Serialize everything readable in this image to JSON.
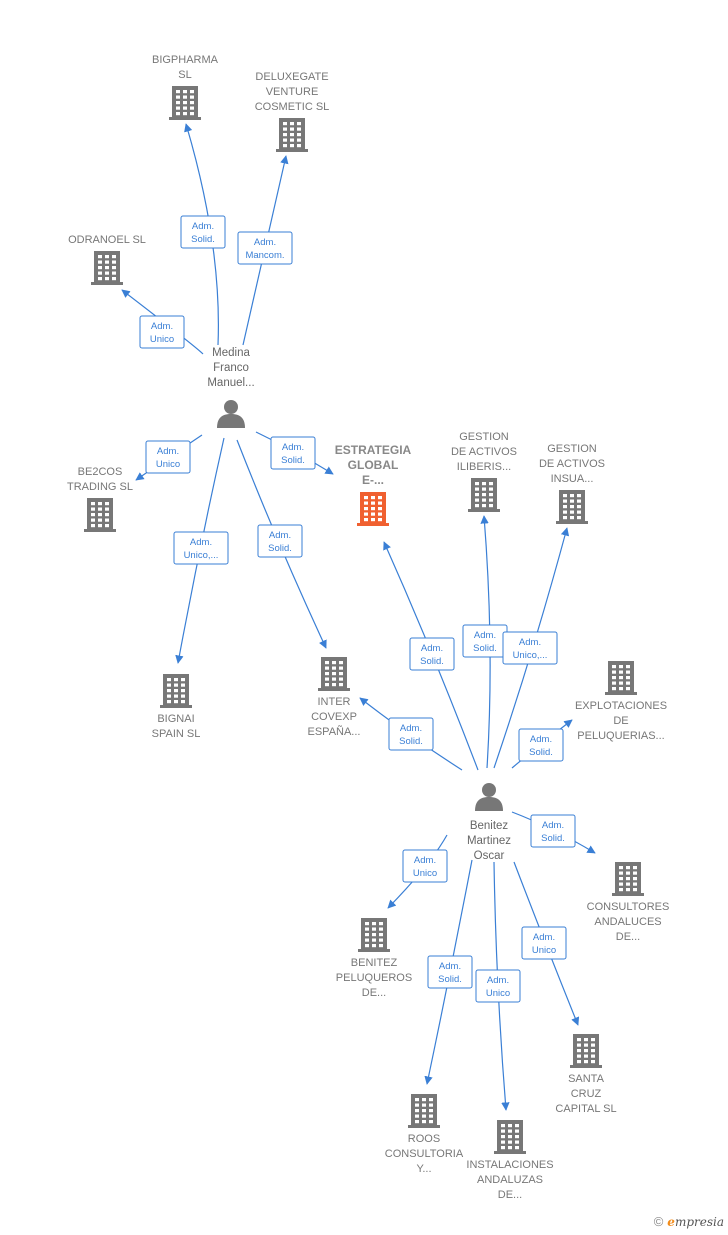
{
  "companies": [
    {
      "id": "bigpharma",
      "lines": [
        "BIGPHARMA",
        "SL"
      ],
      "main": false
    },
    {
      "id": "deluxegate",
      "lines": [
        "DELUXEGATE",
        "VENTURE",
        "COSMETIC  SL"
      ],
      "main": false
    },
    {
      "id": "odranoel",
      "lines": [
        "ODRANOEL SL"
      ],
      "main": false
    },
    {
      "id": "be2cos",
      "lines": [
        "BE2COS",
        "TRADING  SL"
      ],
      "main": false
    },
    {
      "id": "estrategia",
      "lines": [
        "ESTRATEGIA",
        "GLOBAL",
        "E-..."
      ],
      "main": true
    },
    {
      "id": "gestion-iliberis",
      "lines": [
        "GESTION",
        "DE ACTIVOS",
        "ILIBERIS..."
      ],
      "main": false
    },
    {
      "id": "gestion-insua",
      "lines": [
        "GESTION",
        "DE ACTIVOS",
        "INSUA..."
      ],
      "main": false
    },
    {
      "id": "bignai",
      "lines": [
        "BIGNAI",
        "SPAIN SL"
      ],
      "main": false
    },
    {
      "id": "inter-covexp",
      "lines": [
        "INTER",
        "COVEXP",
        "ESPAÑA..."
      ],
      "main": false
    },
    {
      "id": "explotaciones",
      "lines": [
        "EXPLOTACIONES",
        "DE",
        "PELUQUERIAS..."
      ],
      "main": false
    },
    {
      "id": "consultores",
      "lines": [
        "CONSULTORES",
        "ANDALUCES",
        "DE..."
      ],
      "main": false
    },
    {
      "id": "benitez-peluqueros",
      "lines": [
        "BENITEZ",
        "PELUQUEROS",
        "DE..."
      ],
      "main": false
    },
    {
      "id": "santa-cruz",
      "lines": [
        "SANTA",
        "CRUZ",
        "CAPITAL  SL"
      ],
      "main": false
    },
    {
      "id": "roos",
      "lines": [
        "ROOS",
        "CONSULTORIA",
        "Y..."
      ],
      "main": false
    },
    {
      "id": "instalaciones",
      "lines": [
        "INSTALACIONES",
        "ANDALUZAS",
        "DE..."
      ],
      "main": false
    }
  ],
  "persons": [
    {
      "id": "medina",
      "lines": [
        "Medina",
        "Franco",
        "Manuel..."
      ]
    },
    {
      "id": "benitez",
      "lines": [
        "Benitez",
        "Martinez",
        "Oscar"
      ]
    }
  ],
  "relations": [
    {
      "from": "medina",
      "to": "bigpharma",
      "lines": [
        "Adm.",
        "Solid."
      ]
    },
    {
      "from": "medina",
      "to": "deluxegate",
      "lines": [
        "Adm.",
        "Mancom."
      ]
    },
    {
      "from": "medina",
      "to": "odranoel",
      "lines": [
        "Adm.",
        "Unico"
      ]
    },
    {
      "from": "medina",
      "to": "be2cos",
      "lines": [
        "Adm.",
        "Unico"
      ]
    },
    {
      "from": "medina",
      "to": "estrategia",
      "lines": [
        "Adm.",
        "Solid."
      ]
    },
    {
      "from": "medina",
      "to": "bignai",
      "lines": [
        "Adm.",
        "Unico,..."
      ]
    },
    {
      "from": "medina",
      "to": "inter-covexp",
      "lines": [
        "Adm.",
        "Solid."
      ]
    },
    {
      "from": "benitez",
      "to": "estrategia",
      "lines": [
        "Adm.",
        "Solid."
      ]
    },
    {
      "from": "benitez",
      "to": "gestion-iliberis",
      "lines": [
        "Adm.",
        "Solid."
      ]
    },
    {
      "from": "benitez",
      "to": "gestion-insua",
      "lines": [
        "Adm.",
        "Unico,..."
      ]
    },
    {
      "from": "benitez",
      "to": "inter-covexp",
      "lines": [
        "Adm.",
        "Solid."
      ]
    },
    {
      "from": "benitez",
      "to": "explotaciones",
      "lines": [
        "Adm.",
        "Solid."
      ]
    },
    {
      "from": "benitez",
      "to": "consultores",
      "lines": [
        "Adm.",
        "Solid."
      ]
    },
    {
      "from": "benitez",
      "to": "benitez-peluqueros",
      "lines": [
        "Adm.",
        "Unico"
      ]
    },
    {
      "from": "benitez",
      "to": "santa-cruz",
      "lines": [
        "Adm.",
        "Unico"
      ]
    },
    {
      "from": "benitez",
      "to": "roos",
      "lines": [
        "Adm.",
        "Solid."
      ]
    },
    {
      "from": "benitez",
      "to": "instalaciones",
      "lines": [
        "Adm.",
        "Unico"
      ]
    }
  ],
  "colors": {
    "edge": "#3a7fd5",
    "building": "#777777",
    "building_main": "#f06030",
    "person": "#777777"
  },
  "footer": {
    "copyright": "©",
    "brand_initial": "e",
    "brand_rest": "mpresia"
  }
}
